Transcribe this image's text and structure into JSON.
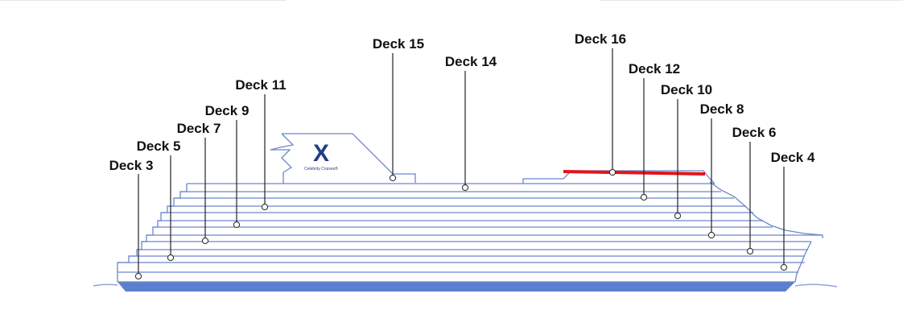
{
  "brand": {
    "logo_text": "X",
    "name": "Celebrity Cruises®"
  },
  "colors": {
    "hull_line": "#6b86cc",
    "hull_fill": "#5b7fd0",
    "water": "#8fa6dc",
    "highlight": "#e3141b",
    "text": "#111111",
    "logo": "#1f3e86"
  },
  "decks": [
    {
      "id": "deck-3",
      "label": "Deck 3"
    },
    {
      "id": "deck-5",
      "label": "Deck 5"
    },
    {
      "id": "deck-7",
      "label": "Deck 7"
    },
    {
      "id": "deck-9",
      "label": "Deck 9"
    },
    {
      "id": "deck-11",
      "label": "Deck 11"
    },
    {
      "id": "deck-15",
      "label": "Deck 15"
    },
    {
      "id": "deck-14",
      "label": "Deck 14"
    },
    {
      "id": "deck-16",
      "label": "Deck 16"
    },
    {
      "id": "deck-12",
      "label": "Deck 12"
    },
    {
      "id": "deck-10",
      "label": "Deck 10"
    },
    {
      "id": "deck-8",
      "label": "Deck 8"
    },
    {
      "id": "deck-6",
      "label": "Deck 6"
    },
    {
      "id": "deck-4",
      "label": "Deck 4"
    }
  ]
}
